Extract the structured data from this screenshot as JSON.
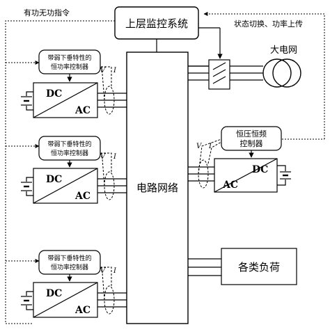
{
  "top_system": {
    "label": "上层监控系统"
  },
  "cmd_left": {
    "label": "有功无功指令"
  },
  "cmd_right": {
    "label": "状态切换、功率上传"
  },
  "grid": {
    "label": "大电网"
  },
  "network": {
    "label": "电路网络"
  },
  "droop_controller": {
    "line1": "带弱下垂特性的",
    "line2": "恒功率控制器"
  },
  "vf_controller": {
    "line1": "恒压恒频",
    "line2": "控制器"
  },
  "converter": {
    "dc": "DC",
    "ac": "AC"
  },
  "meas": {
    "v": "V",
    "i": "I"
  },
  "loads": {
    "label": "各类负荷"
  }
}
